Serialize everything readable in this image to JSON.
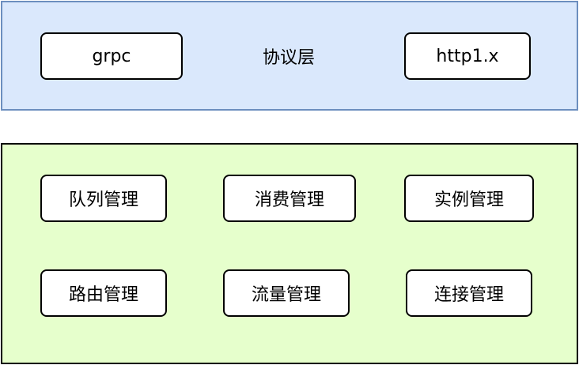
{
  "protocol_layer": {
    "label": "协议层",
    "items": [
      "grpc",
      "http1.x"
    ]
  },
  "management_layer": {
    "items": [
      "队列管理",
      "消费管理",
      "实例管理",
      "路由管理",
      "流量管理",
      "连接管理"
    ]
  },
  "colors": {
    "protocol_fill": "#dae8fc",
    "protocol_border": "#6c8ebf",
    "management_fill": "#e6ffcc",
    "management_border": "#000000",
    "box_fill": "#ffffff",
    "box_border": "#000000"
  }
}
